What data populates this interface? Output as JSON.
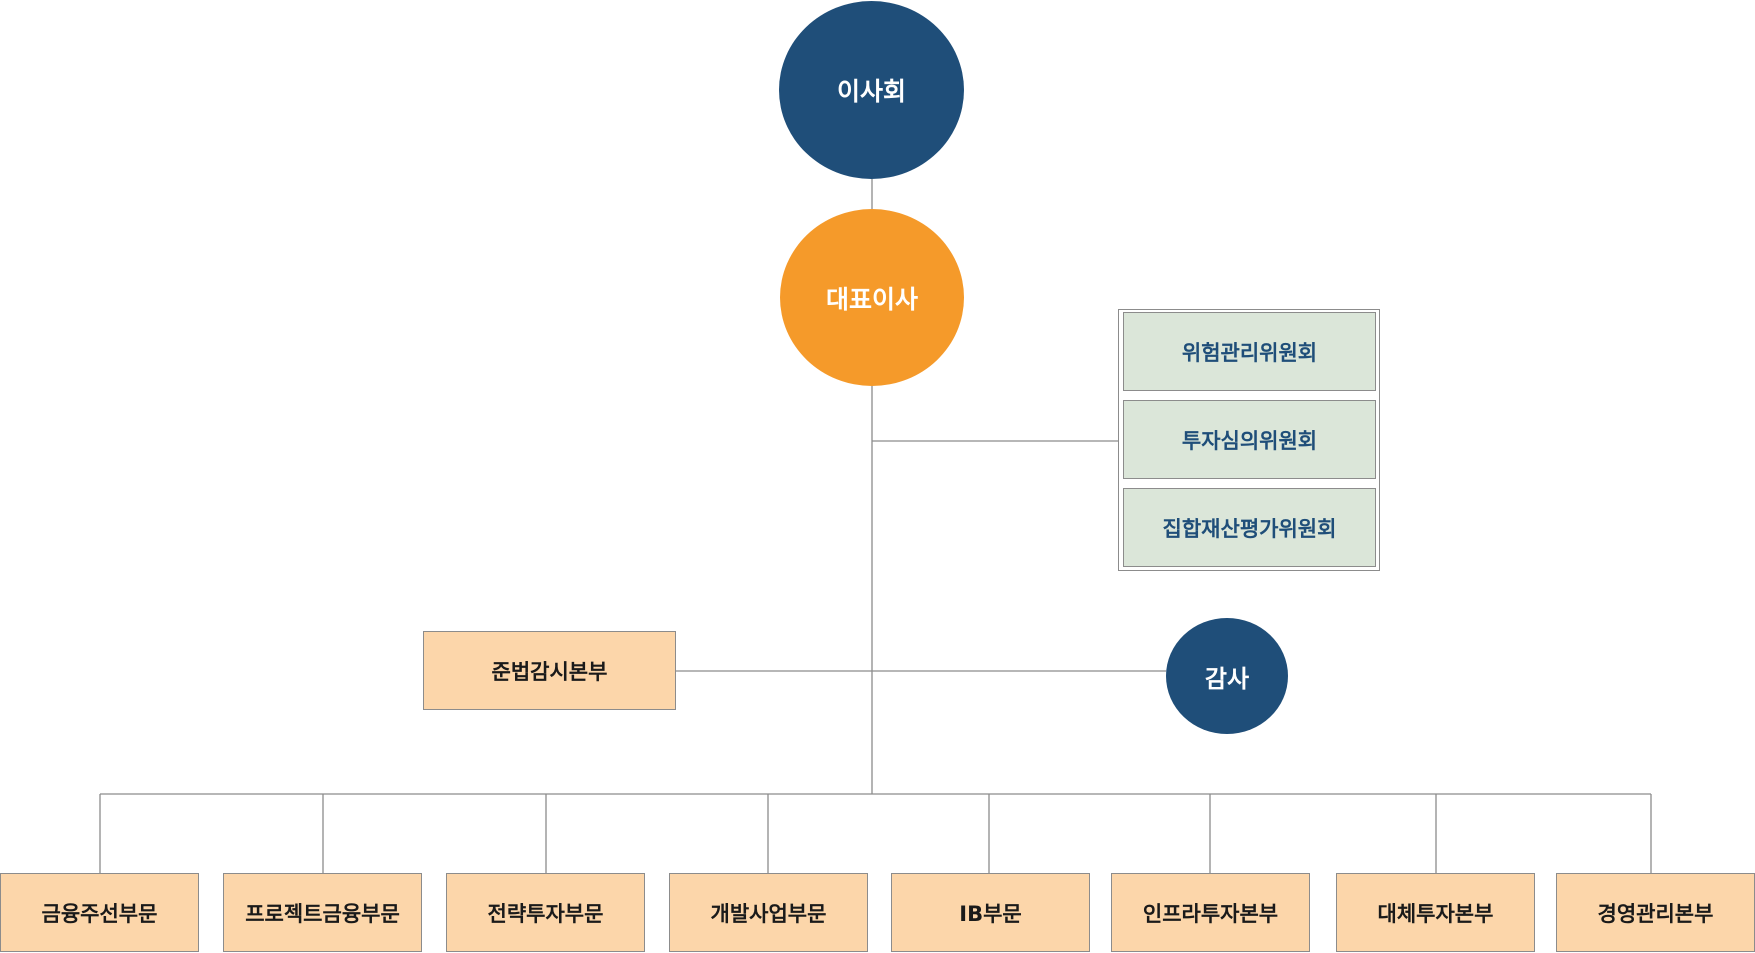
{
  "top": {
    "board": "이사회",
    "ceo": "대표이사",
    "audit": "감사"
  },
  "committees": [
    "위험관리위원회",
    "투자심의위원회",
    "집합재산평가위원회"
  ],
  "compliance": "준법감시본부",
  "divisions": [
    "금융주선부문",
    "프로젝트금융부문",
    "전략투자부문",
    "개발사업부문",
    "IB부문",
    "인프라투자본부",
    "대체투자본부",
    "경영관리본부"
  ],
  "colors": {
    "navy": "#1f4e79",
    "orange": "#f59a2a",
    "committee_fill": "#dbe6d9",
    "box_fill": "#fcd6aa",
    "line": "#8c8c8c"
  }
}
